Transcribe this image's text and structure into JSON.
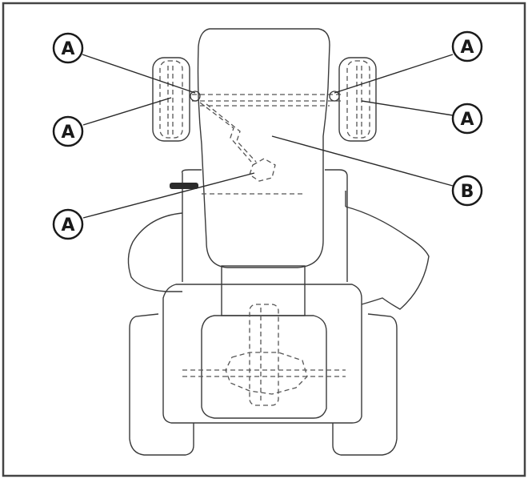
{
  "diagram": {
    "callouts": [
      {
        "id": "a-top-left",
        "label": "A"
      },
      {
        "id": "a-top-right",
        "label": "A"
      },
      {
        "id": "a-mid-left",
        "label": "A"
      },
      {
        "id": "a-mid-right",
        "label": "A"
      },
      {
        "id": "a-lower-left",
        "label": "A"
      },
      {
        "id": "b-right",
        "label": "B"
      }
    ],
    "colors": {
      "stroke": "#3a3a3a",
      "light_stroke": "#8a8a8a",
      "background": "#ffffff",
      "frame": "#444444"
    }
  }
}
